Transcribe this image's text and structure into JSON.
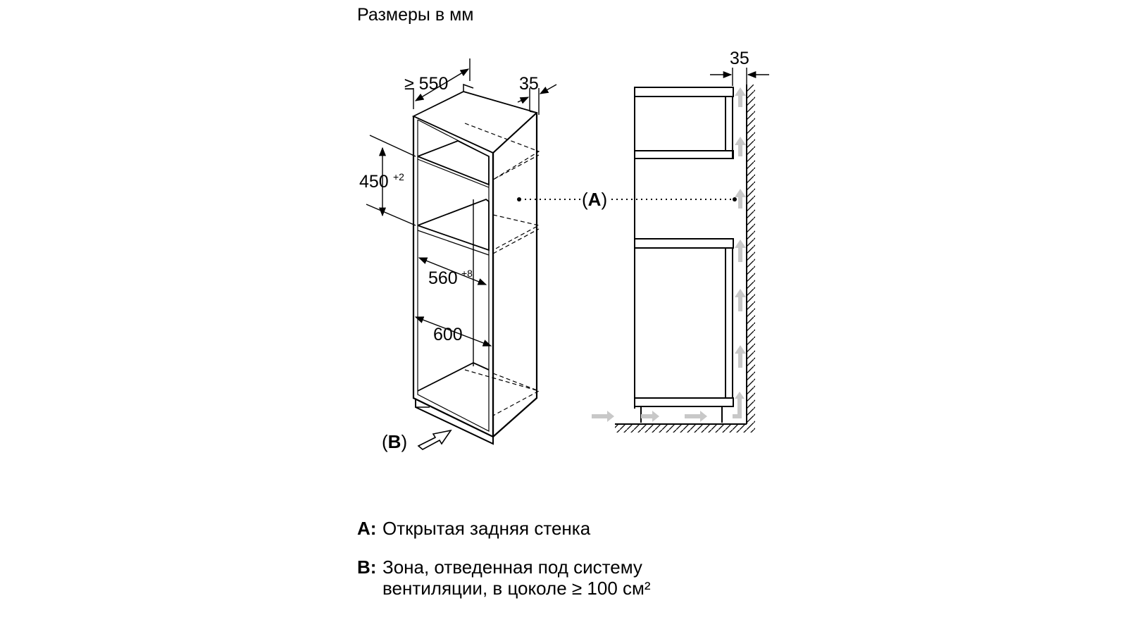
{
  "title": "Размеры в мм",
  "dimensions": {
    "depth_min": "≥ 550",
    "rear_gap": "35",
    "niche_height": "450",
    "niche_height_tol": "+2",
    "inner_width": "560",
    "inner_width_tol": "+8",
    "cabinet_width": "600",
    "side_gap": "35"
  },
  "callouts": {
    "a_left": "(",
    "a_letter": "A",
    "a_right": ")",
    "b_left": "(",
    "b_letter": "B",
    "b_right": ")"
  },
  "legend": {
    "a_key": "A:",
    "a_text": "Открытая задняя стенка",
    "b_key": "B:",
    "b_text_line1": "Зона, отведенная под систему",
    "b_text_line2": "вентиляции, в цоколе ≥ 100 см²"
  },
  "colors": {
    "line": "#000000",
    "airflow_arrow": "#c8c8c8"
  }
}
